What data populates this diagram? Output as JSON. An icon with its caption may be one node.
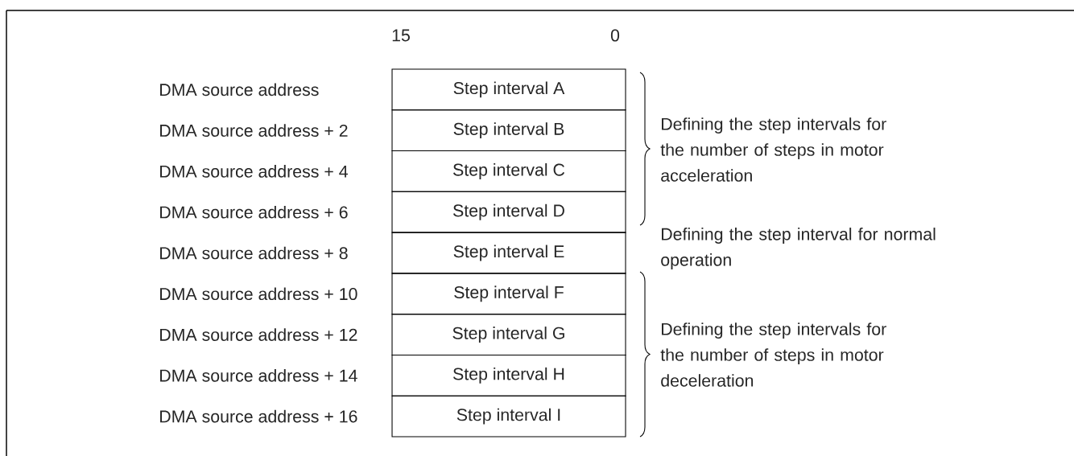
{
  "diagram": {
    "nodes": [
      {
        "text": [
          "Step interval A"
        ]
      },
      {
        "text": [
          "Step interval B"
        ]
      },
      {
        "text": [
          "Step interval C"
        ]
      },
      {
        "text": [
          "Step interval D"
        ]
      },
      {
        "text": [
          "Step interval E"
        ]
      },
      {
        "text": [
          "Step interval F"
        ]
      },
      {
        "text": [
          "Step interval G"
        ]
      },
      {
        "text": [
          "Step interval H"
        ]
      },
      {
        "text": [
          "Step interval I"
        ]
      }
    ],
    "labels": [
      "15",
      "0",
      "DMA source address",
      "DMA source address + 2",
      "DMA source address + 4",
      "DMA source address + 6",
      "DMA source address + 8",
      "DMA source address + 10",
      "DMA source address + 12",
      "DMA source address + 14",
      "DMA source address + 16",
      "Defining the step intervals for the number of steps in motor acceleration",
      "Defining the step interval for normal operation",
      "Defining the step intervals for the number of steps in motor deceleration"
    ]
  }
}
